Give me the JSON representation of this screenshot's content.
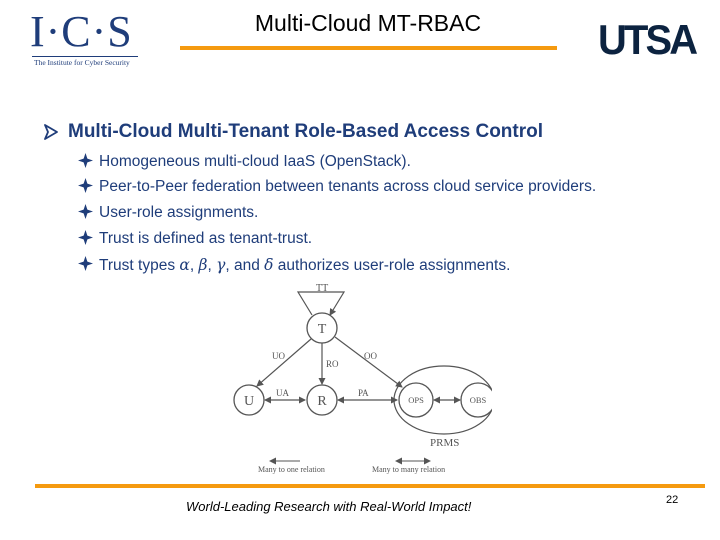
{
  "header": {
    "ics_logo_text": "I·C·S",
    "ics_logo_tagline": "The Institute for Cyber Security",
    "title": "Multi-Cloud MT-RBAC",
    "utsa_logo_text": "UTSA"
  },
  "content": {
    "main_bullet": "Multi-Cloud Multi-Tenant Role-Based Access Control",
    "sub_bullets": [
      "Homogeneous multi-cloud IaaS (OpenStack).",
      "Peer-to-Peer federation between tenants across cloud service providers.",
      "User-role assignments.",
      "Trust is defined as tenant-trust."
    ],
    "trust_types": {
      "prefix": "Trust types ",
      "alpha": "α",
      "sep1": ", ",
      "beta": "β",
      "sep2": ", ",
      "gamma": "γ",
      "sep3": ", and ",
      "delta": "δ",
      "suffix": " authorizes user-role assignments."
    }
  },
  "diagram": {
    "nodes": {
      "t": "T",
      "u": "U",
      "r": "R",
      "ops": "OPS",
      "obs": "OBS"
    },
    "edge_labels": {
      "tt": "TT",
      "uo": "UO",
      "ro": "RO",
      "oo": "OO",
      "ua": "UA",
      "pa": "PA"
    },
    "group_label": "PRMS",
    "legend": {
      "many_to_one": "Many to one relation",
      "many_to_many": "Many to many relation"
    }
  },
  "footer": {
    "tagline": "World-Leading Research with Real-World Impact!",
    "page_number": "22"
  },
  "colors": {
    "accent_orange": "#f59a0f",
    "text_blue": "#1f3d7a",
    "utsa_navy": "#0c2340"
  }
}
